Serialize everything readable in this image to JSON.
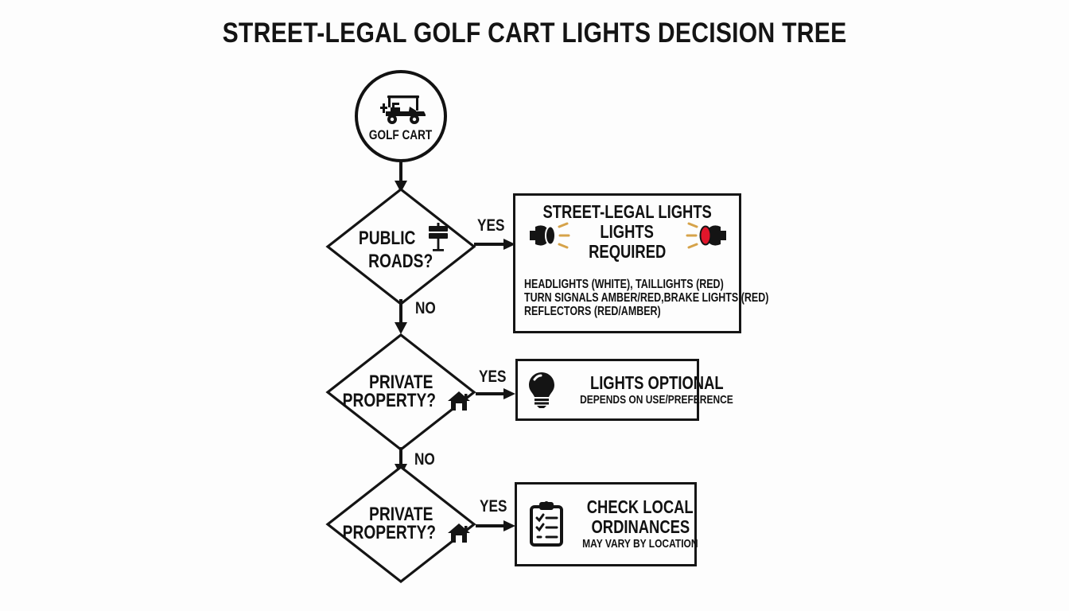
{
  "title": "STREET-LEGAL GOLF CART LIGHTS DECISION TREE",
  "start": {
    "label": "GOLF CART",
    "icon": "golf-cart-icon"
  },
  "decisions": [
    {
      "id": "public-roads",
      "line1": "PUBLIC",
      "line2": "ROADS?",
      "icon": "road-sign-icon",
      "yes_label": "YES",
      "no_label": "NO"
    },
    {
      "id": "private-property-1",
      "line1": "PRIVATE",
      "line2": "PROPERTY?",
      "icon": "house-icon",
      "yes_label": "YES",
      "no_label": "NO"
    },
    {
      "id": "private-property-2",
      "line1": "PRIVATE",
      "line2": "PROPERTY?",
      "icon": "house-icon",
      "yes_label": "YES",
      "no_label": ""
    }
  ],
  "outcomes": [
    {
      "id": "street-legal-lights",
      "title_line1": "STREET-LEGAL LIGHTS",
      "title_line2": "LIGHTS",
      "title_line3": "REQUIRED",
      "icons": [
        "headlight-white-icon",
        "taillight-red-icon"
      ],
      "details": [
        "HEADLIGHTS (WHITE), TAILLIGHTS (RED)",
        "TURN SIGNALS AMBER/RED,BRAKE LIGHTS (RED)",
        "REFLECTORS (RED/AMBER)"
      ]
    },
    {
      "id": "lights-optional",
      "title": "LIGHTS OPTIONAL",
      "subtitle": "DEPENDS ON USE/PREFERENCE",
      "icon": "lightbulb-icon"
    },
    {
      "id": "check-local-ordinances",
      "title_line1": "CHECK LOCAL",
      "title_line2": "ORDINANCES",
      "subtitle": "MAY VARY BY LOCATION",
      "icon": "clipboard-checklist-icon"
    }
  ],
  "colors": {
    "ink": "#141414",
    "background": "#fdfdfd",
    "red": "#E0162B",
    "amber": "#D6A34A"
  }
}
